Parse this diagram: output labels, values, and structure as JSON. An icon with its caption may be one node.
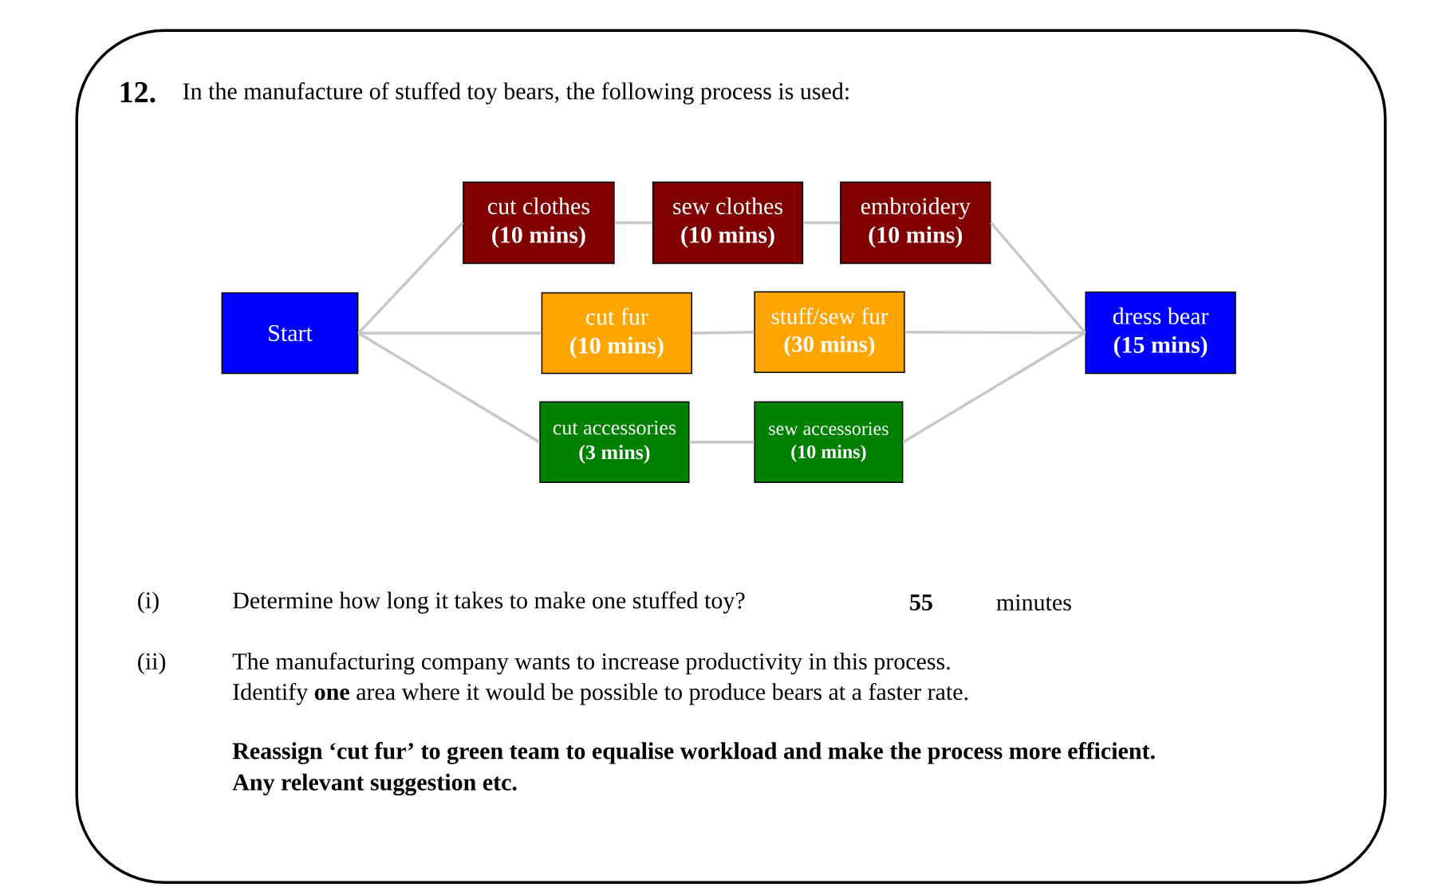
{
  "diagram": {
    "nodes": [
      {
        "text": [
          "Start"
        ]
      },
      {
        "text": [
          "cut clothes",
          "(10 mins)"
        ]
      },
      {
        "text": [
          "sew clothes",
          "(10 mins)"
        ]
      },
      {
        "text": [
          "embroidery",
          "(10 mins)"
        ]
      },
      {
        "text": [
          "cut fur",
          "(10 mins)"
        ]
      },
      {
        "text": [
          "stuff/sew fur",
          "(30 mins)"
        ]
      },
      {
        "text": [
          "cut accessories",
          "(3 mins)"
        ]
      },
      {
        "text": [
          "sew accessories",
          "(10 mins)"
        ]
      },
      {
        "text": [
          "dress bear",
          "(15 mins)"
        ]
      }
    ],
    "edges": [
      {
        "from": 0,
        "to": 1,
        "arrow": "none"
      },
      {
        "from": 0,
        "to": 4,
        "arrow": "none"
      },
      {
        "from": 0,
        "to": 6,
        "arrow": "none"
      },
      {
        "from": 1,
        "to": 2,
        "arrow": "none"
      },
      {
        "from": 2,
        "to": 3,
        "arrow": "none"
      },
      {
        "from": 3,
        "to": 8,
        "arrow": "none"
      },
      {
        "from": 4,
        "to": 5,
        "arrow": "none"
      },
      {
        "from": 5,
        "to": 8,
        "arrow": "none"
      },
      {
        "from": 6,
        "to": 7,
        "arrow": "none"
      },
      {
        "from": 7,
        "to": 8,
        "arrow": "none"
      }
    ],
    "labels": [
      "12.",
      "In the manufacture of stuffed toy bears, the following process is used:",
      "(i)",
      "Determine how long it takes to make one stuffed toy?",
      "55",
      "minutes",
      "(ii)",
      "The manufacturing company wants to increase productivity in this process.",
      "Identify **one** area where it would be possible to produce bears at a faster rate.",
      "Reassign ‘cut fur’ to green team to equalise workload and make the process more efficient.",
      "Any relevant suggestion etc."
    ]
  }
}
